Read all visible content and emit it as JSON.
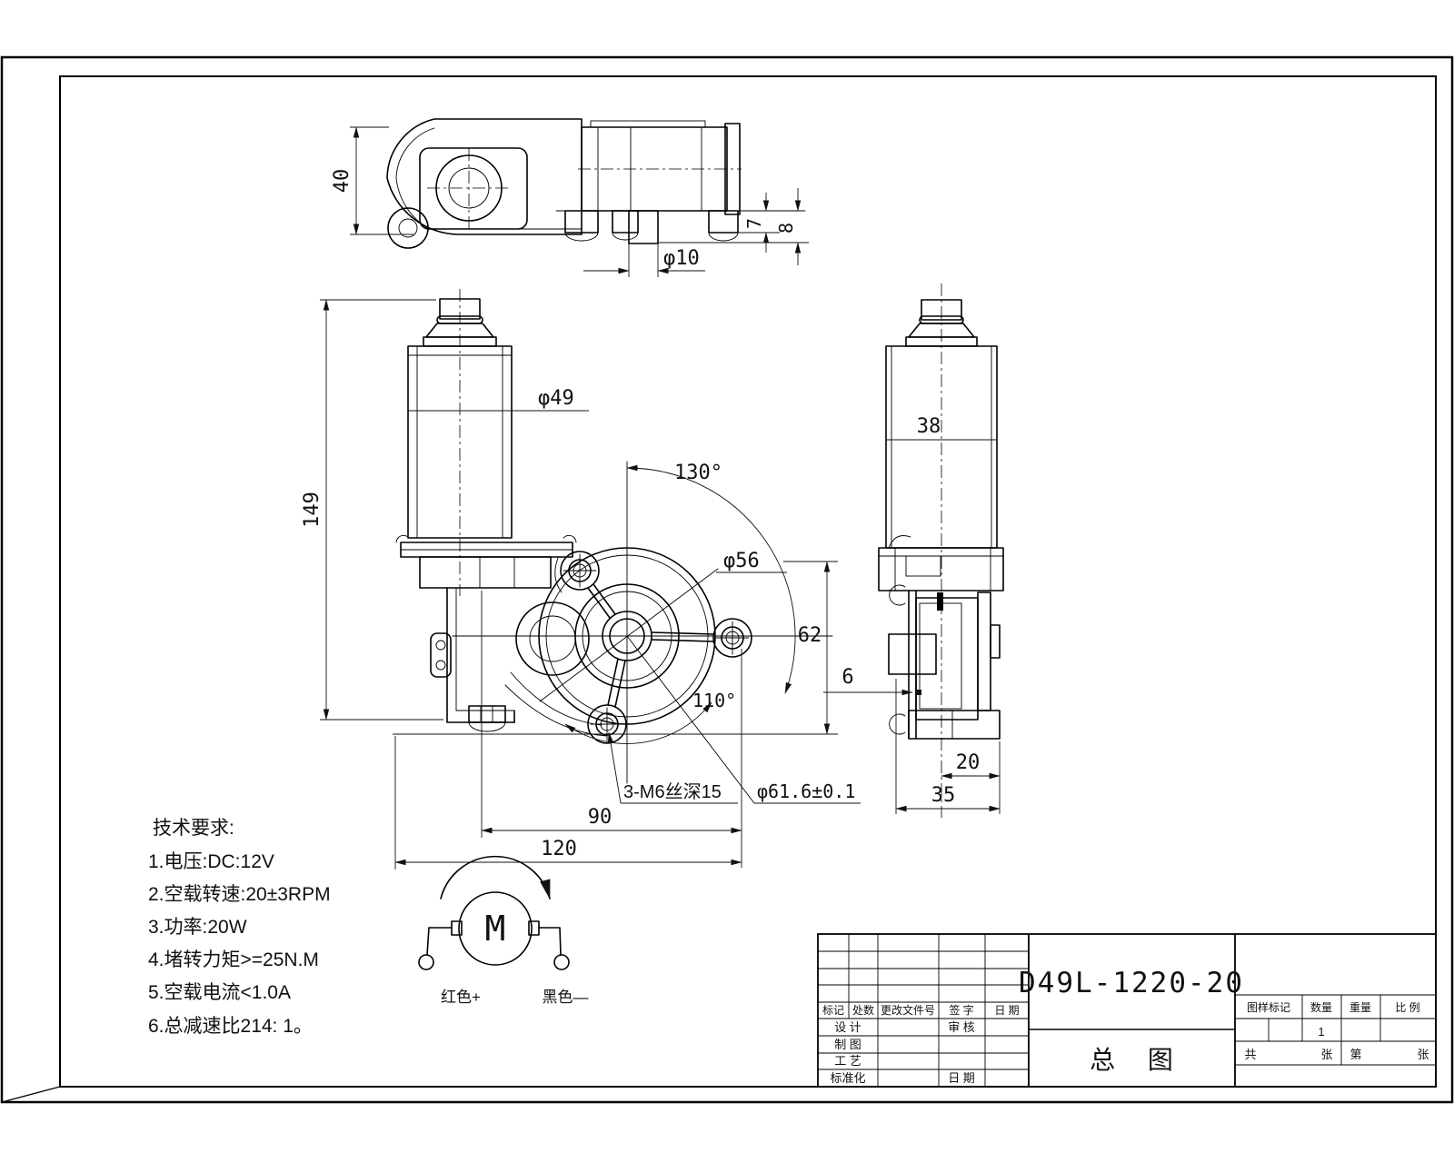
{
  "tech": {
    "title": "技术要求:",
    "items": [
      "1.电压:DC:12V",
      "2.空载转速:20±3RPM",
      "3.功率:20W",
      "4.堵转力矩>=25N.M",
      "5.空载电流<1.0A",
      "6.总减速比214: 1。"
    ]
  },
  "dims": {
    "d40": "40",
    "d7": "7",
    "d8": "8",
    "d10": "φ10",
    "d149": "149",
    "d49": "φ49",
    "a130": "130°",
    "d56": "φ56",
    "d62": "62",
    "a110": "110°",
    "m6": "3-M6丝深15",
    "d616": "φ61.6±0.1",
    "d90": "90",
    "d120": "120",
    "d38": "38",
    "d6": "6",
    "d20": "20",
    "d35": "35"
  },
  "motor": {
    "label": "M",
    "positive": "红色+",
    "negative": "黑色—"
  },
  "tb": {
    "part_number": "D49L-1220-20",
    "name": "总 图",
    "rev": [
      "标记",
      "处数",
      "更改文件号",
      "签 字",
      "日 期"
    ],
    "design": "设 计",
    "audit": "审 核",
    "draft": "制 图",
    "process": "工 艺",
    "standard": "标准化",
    "date": "日 期",
    "info": [
      "图样标记",
      "数量",
      "重量",
      "比 例"
    ],
    "qty": "1",
    "sheet_total_l": "共",
    "sheet_total_r": "张",
    "sheet_page_l": "第",
    "sheet_page_r": "张"
  }
}
